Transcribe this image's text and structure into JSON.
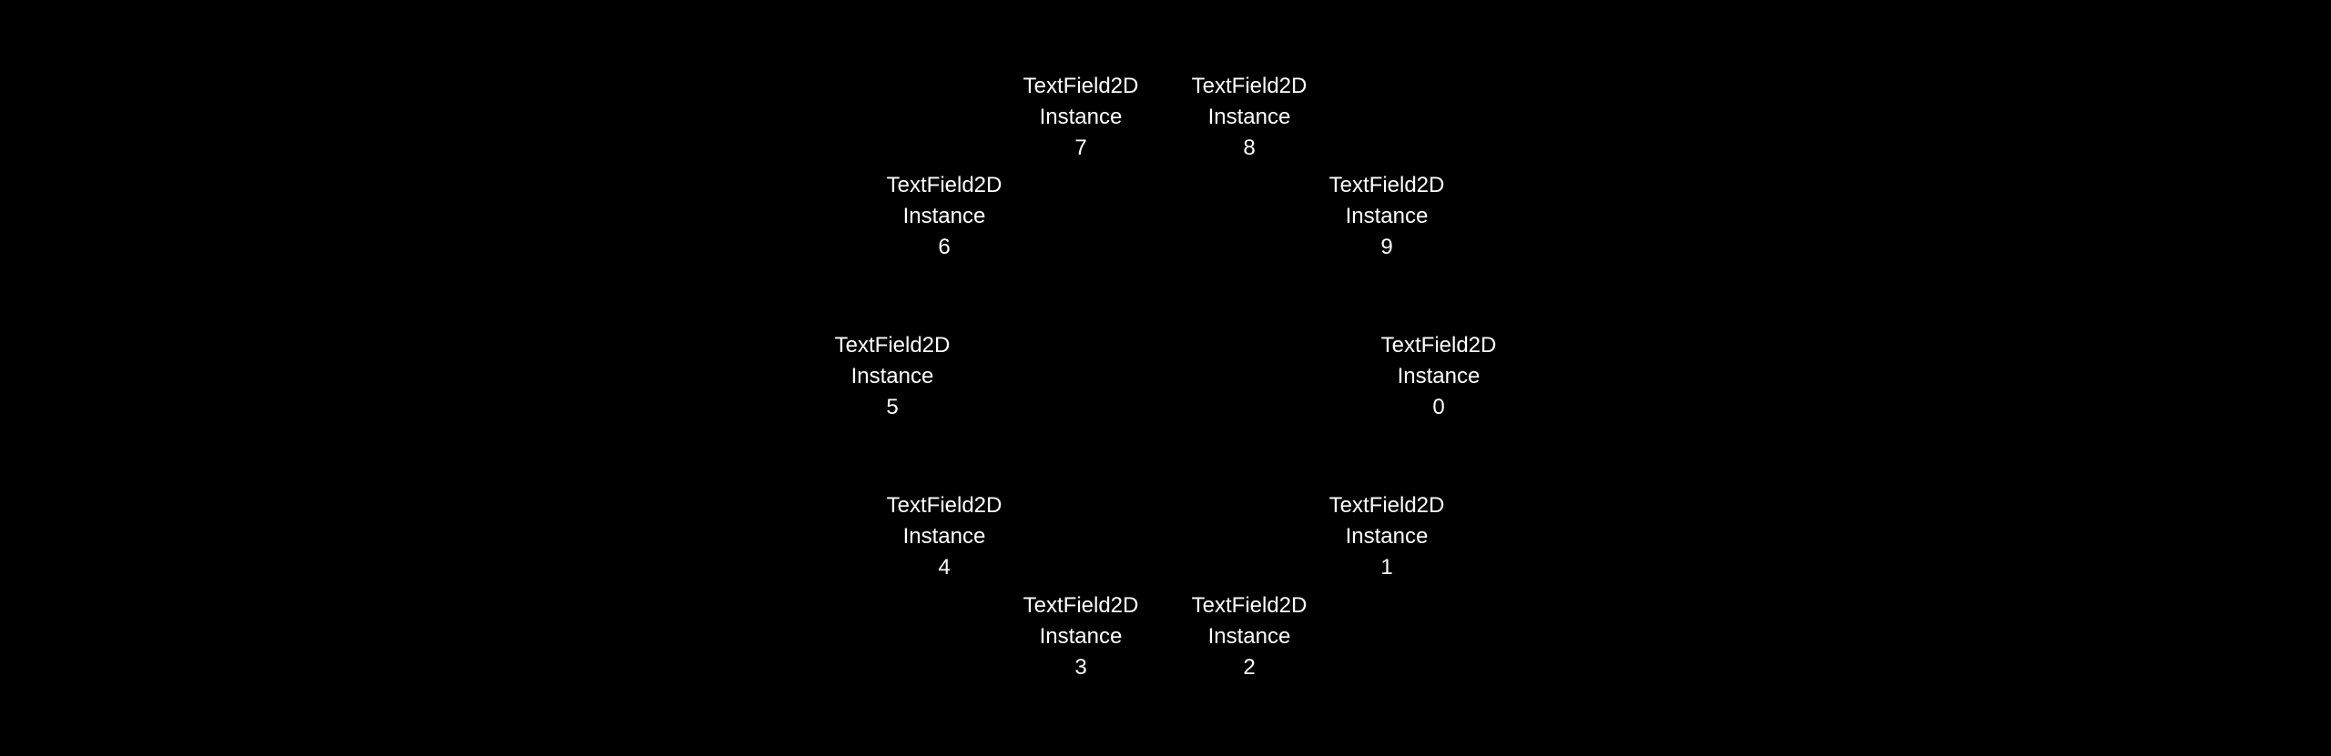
{
  "instances": [
    {
      "line1": "TextField2D",
      "line2": "Instance",
      "index": "0"
    },
    {
      "line1": "TextField2D",
      "line2": "Instance",
      "index": "1"
    },
    {
      "line1": "TextField2D",
      "line2": "Instance",
      "index": "2"
    },
    {
      "line1": "TextField2D",
      "line2": "Instance",
      "index": "3"
    },
    {
      "line1": "TextField2D",
      "line2": "Instance",
      "index": "4"
    },
    {
      "line1": "TextField2D",
      "line2": "Instance",
      "index": "5"
    },
    {
      "line1": "TextField2D",
      "line2": "Instance",
      "index": "6"
    },
    {
      "line1": "TextField2D",
      "line2": "Instance",
      "index": "7"
    },
    {
      "line1": "TextField2D",
      "line2": "Instance",
      "index": "8"
    },
    {
      "line1": "TextField2D",
      "line2": "Instance",
      "index": "9"
    }
  ],
  "colors": {
    "background": "#000000",
    "text": "#ffffff"
  }
}
